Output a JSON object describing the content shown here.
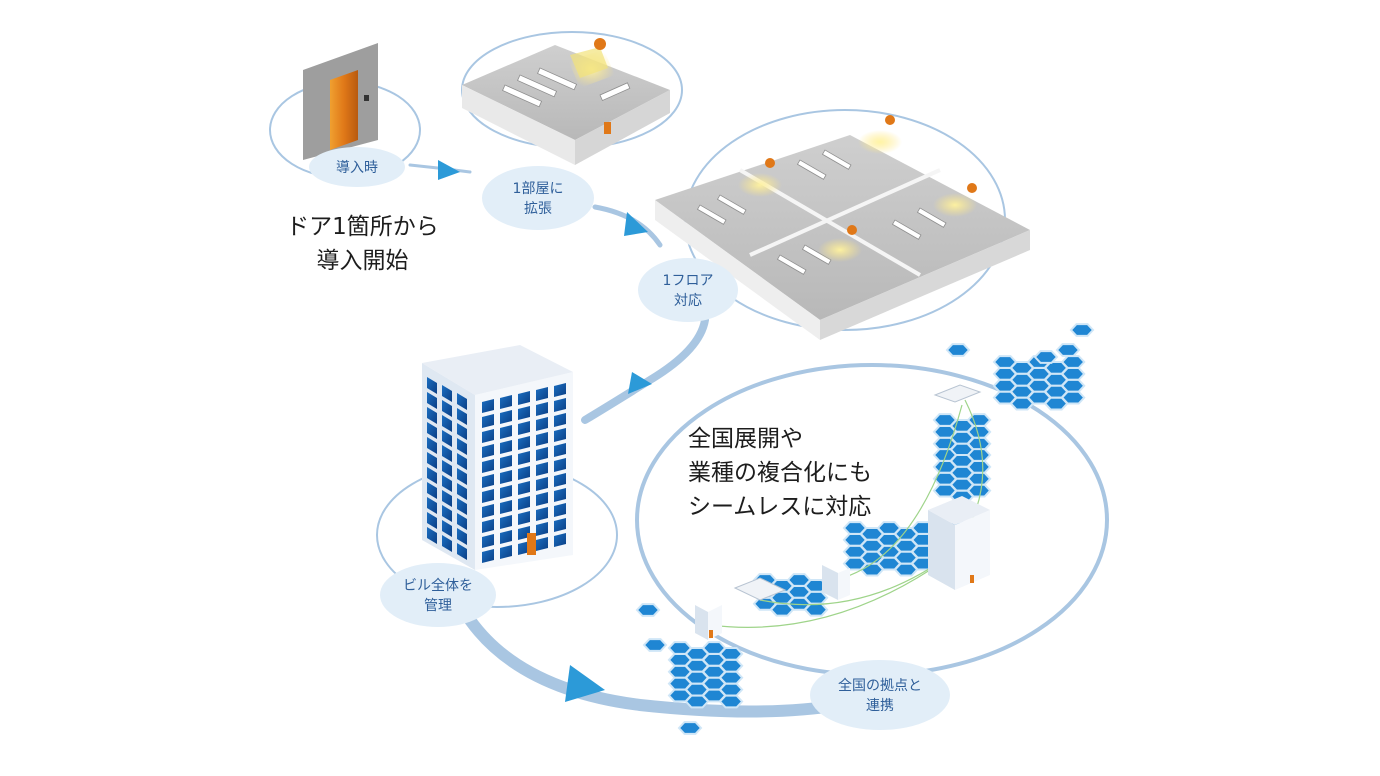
{
  "steps": {
    "step1": "導入時",
    "step2": [
      "1部屋に",
      "拡張"
    ],
    "step3": [
      "1フロア",
      "対応"
    ],
    "step4": [
      "ビル全体を",
      "管理"
    ],
    "step5": [
      "全国の拠点と",
      "連携"
    ]
  },
  "intro_caption": [
    "ドア1箇所から",
    "導入開始"
  ],
  "nationwide_caption": [
    "全国展開や",
    "業種の複合化にも",
    "シームレスに対応"
  ],
  "colors": {
    "flow": "#a9c6e2",
    "bubble": "#e2eef8",
    "hex_fill": "#1f86d3",
    "hex_stroke": "#cfe6f7",
    "door": "#d9781c",
    "label_text": "#2f5f9a"
  }
}
